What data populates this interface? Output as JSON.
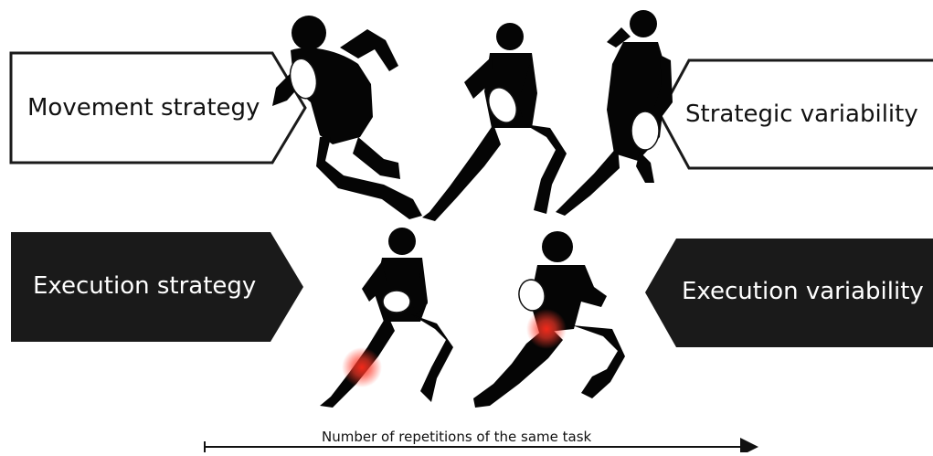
{
  "labels": {
    "movement_strategy": "Movement strategy",
    "strategic_variability": "Strategic variability",
    "execution_strategy": "Execution strategy",
    "execution_variability": "Execution variability"
  },
  "axis": {
    "label": "Number of repetitions of the same task"
  },
  "colors": {
    "dark_box": "#1a1a1a",
    "light_box_border": "#1a1a1a",
    "silhouette": "#050505",
    "ball": "#ffffff",
    "injury_glow": "#ff2a1a"
  },
  "figures": {
    "top_row": [
      "running-player-icon",
      "lunging-player-icon",
      "turning-player-icon"
    ],
    "bottom_row": [
      "lunging-player-knee-injury-icon",
      "cutting-player-knee-injury-icon"
    ]
  }
}
